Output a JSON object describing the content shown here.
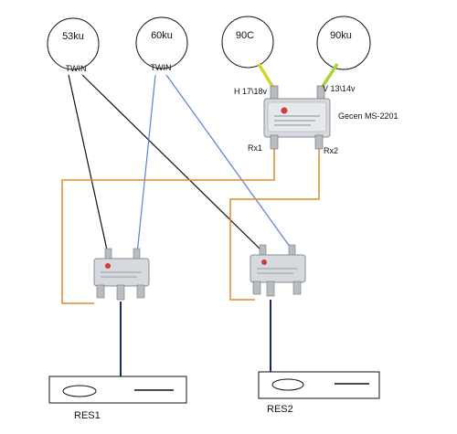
{
  "dishes": [
    {
      "label": "53ku",
      "lnb": "TWIN"
    },
    {
      "label": "60ku",
      "lnb": "TWIN"
    },
    {
      "label": "90C"
    },
    {
      "label": "90ku"
    }
  ],
  "multiswitch": {
    "model": "Gecen MS-2201",
    "input_h": "H 17\\18v",
    "input_v": "V 13\\14v",
    "out_1": "Rx1",
    "out_2": "Rx2"
  },
  "receivers": [
    {
      "label": "RES1"
    },
    {
      "label": "RES2"
    }
  ],
  "colors": {
    "black_cable": "#111111",
    "blue_cable": "#5b7fd6",
    "orange_cable": "#e08a2a",
    "yellow_cable": "#d6d62a",
    "green_cable": "#a8d436",
    "navy_cable": "#1a2a6e"
  }
}
